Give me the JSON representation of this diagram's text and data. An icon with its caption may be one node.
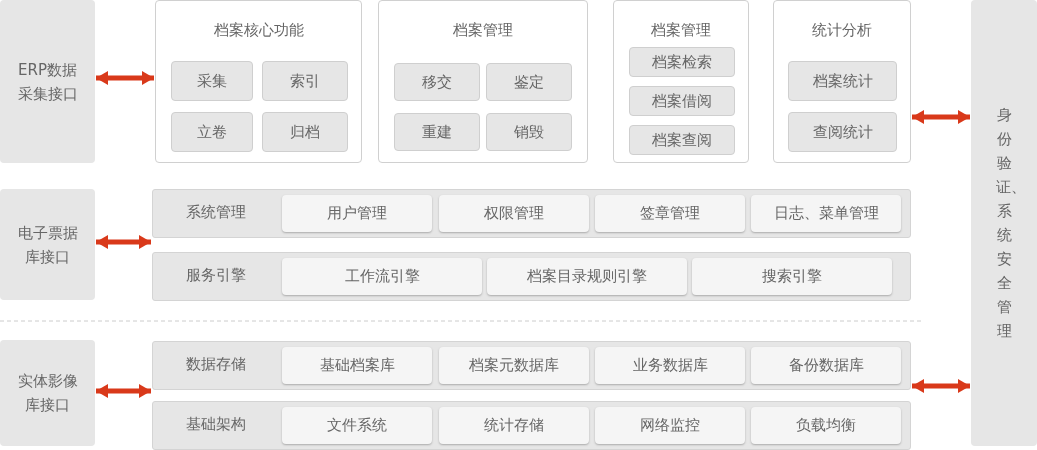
{
  "diagram": {
    "nodes": [
      {
        "text": [
          "ERP数据采集接口"
        ]
      },
      {
        "text": [
          "档案核心功能"
        ]
      },
      {
        "text": [
          "采集"
        ],
        "in": 1
      },
      {
        "text": [
          "索引"
        ],
        "in": 1
      },
      {
        "text": [
          "立卷"
        ],
        "in": 1
      },
      {
        "text": [
          "归档"
        ],
        "in": 1
      },
      {
        "text": [
          "档案管理"
        ]
      },
      {
        "text": [
          "移交"
        ],
        "in": 6
      },
      {
        "text": [
          "鉴定"
        ],
        "in": 6
      },
      {
        "text": [
          "重建"
        ],
        "in": 6
      },
      {
        "text": [
          "销毁"
        ],
        "in": 6
      },
      {
        "text": [
          "档案管理"
        ]
      },
      {
        "text": [
          "档案检索"
        ],
        "in": 11
      },
      {
        "text": [
          "档案借阅"
        ],
        "in": 11
      },
      {
        "text": [
          "档案查阅"
        ],
        "in": 11
      },
      {
        "text": [
          "统计分析"
        ]
      },
      {
        "text": [
          "档案统计"
        ],
        "in": 15
      },
      {
        "text": [
          "查阅统计"
        ],
        "in": 15
      },
      {
        "text": [
          "电子票据库接口"
        ]
      },
      {
        "text": [
          "系统管理"
        ]
      },
      {
        "text": [
          "用户管理"
        ],
        "in": 19
      },
      {
        "text": [
          "权限管理"
        ],
        "in": 19
      },
      {
        "text": [
          "签章管理"
        ],
        "in": 19
      },
      {
        "text": [
          "日志、菜单管理"
        ],
        "in": 19
      },
      {
        "text": [
          "服务引擎"
        ]
      },
      {
        "text": [
          "工作流引擎"
        ],
        "in": 24
      },
      {
        "text": [
          "档案目录规则引擎"
        ],
        "in": 24
      },
      {
        "text": [
          "搜索引擎"
        ],
        "in": 24
      },
      {
        "text": [
          "实体影像库接口"
        ]
      },
      {
        "text": [
          "数据存储"
        ]
      },
      {
        "text": [
          "基础档案库"
        ],
        "in": 29
      },
      {
        "text": [
          "档案元数据库"
        ],
        "in": 29
      },
      {
        "text": [
          "业务数据库"
        ],
        "in": 29
      },
      {
        "text": [
          "备份数据库"
        ],
        "in": 29
      },
      {
        "text": [
          "基础架构"
        ]
      },
      {
        "text": [
          "文件系统"
        ],
        "in": 34
      },
      {
        "text": [
          "统计存储"
        ],
        "in": 34
      },
      {
        "text": [
          "网络监控"
        ],
        "in": 34
      },
      {
        "text": [
          "负载均衡"
        ],
        "in": 34
      },
      {
        "text": [
          "身份验证、系统安全管理"
        ]
      }
    ],
    "edges": [
      {
        "from": 0,
        "to": 1,
        "arrow": "both"
      },
      {
        "from": 18,
        "to": 19,
        "arrow": "both"
      },
      {
        "from": 28,
        "to": 29,
        "arrow": "both"
      },
      {
        "from": 15,
        "to": 39,
        "arrow": "both"
      },
      {
        "from": 29,
        "to": 39,
        "arrow": "both"
      }
    ]
  }
}
